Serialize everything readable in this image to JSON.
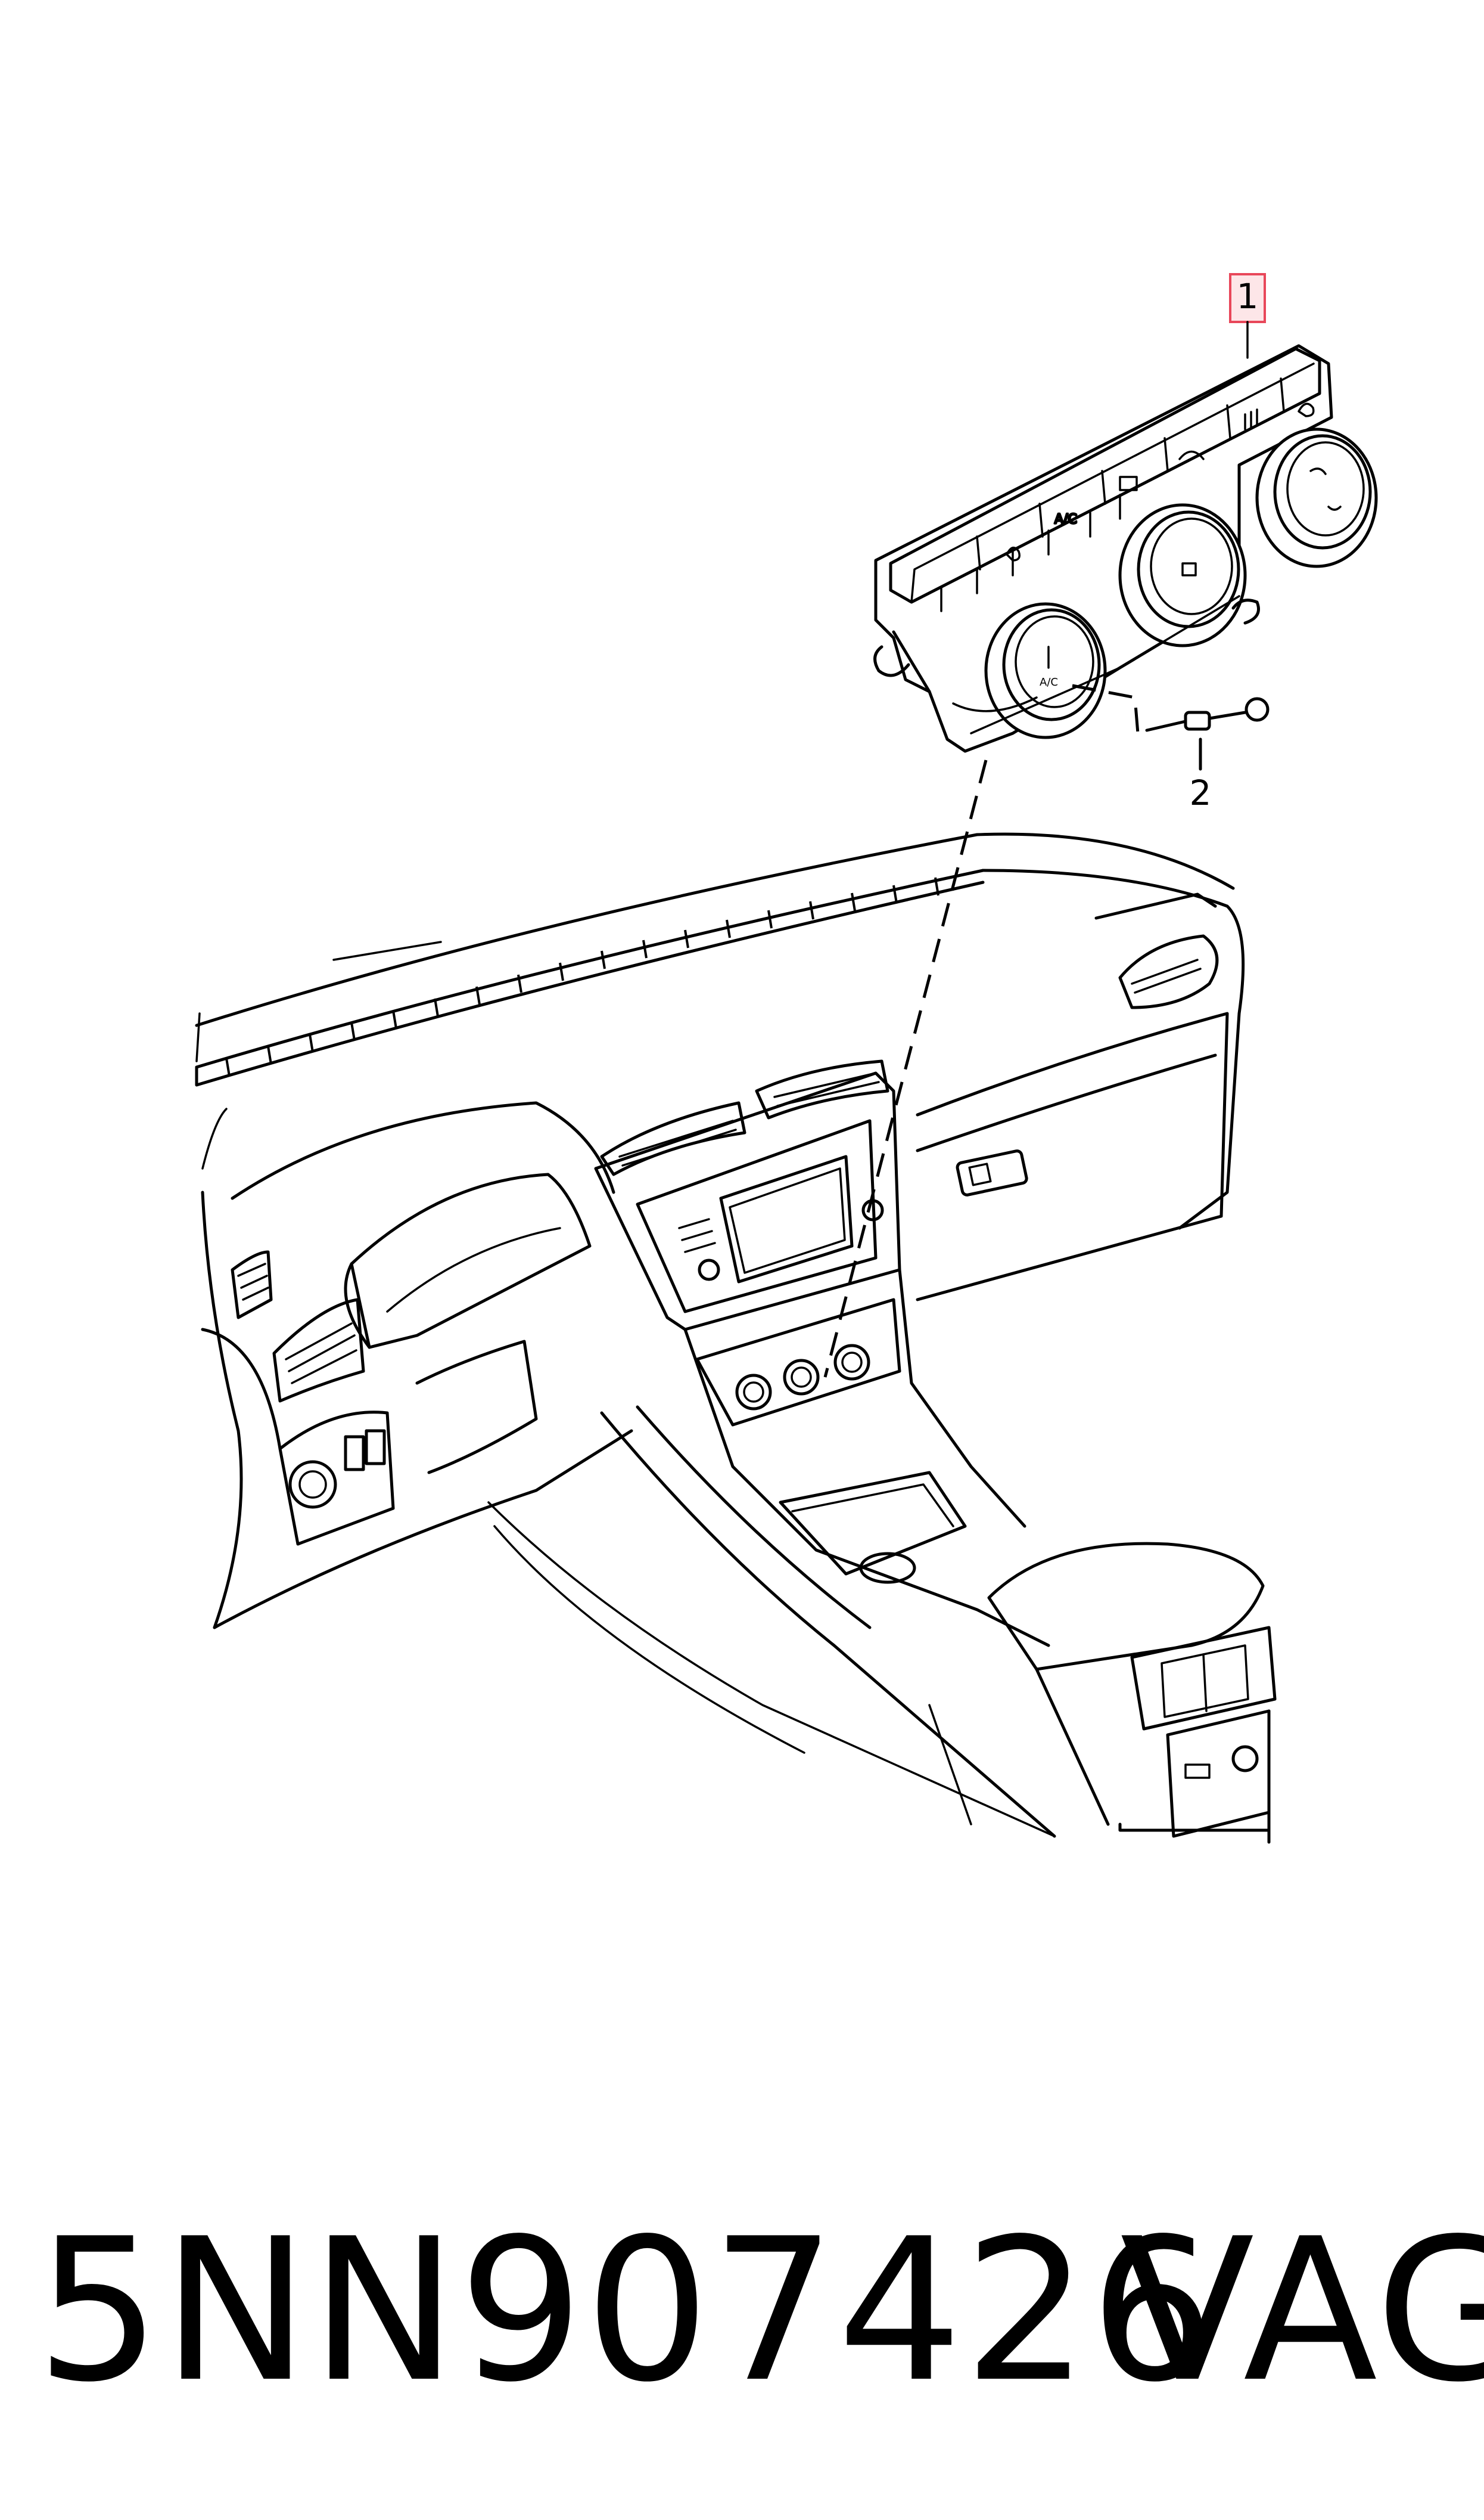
{
  "callouts": [
    {
      "id": "1",
      "label": "1",
      "highlight_color": "#e8475a"
    },
    {
      "id": "2",
      "label": "2"
    }
  ],
  "footer": {
    "part_number": "5NN907426",
    "brand": "VAG"
  },
  "icons": {
    "climate_panel": "climate-control-panel-illustration",
    "bulb": "bulb-icon",
    "dashboard": "dashboard-illustration"
  }
}
